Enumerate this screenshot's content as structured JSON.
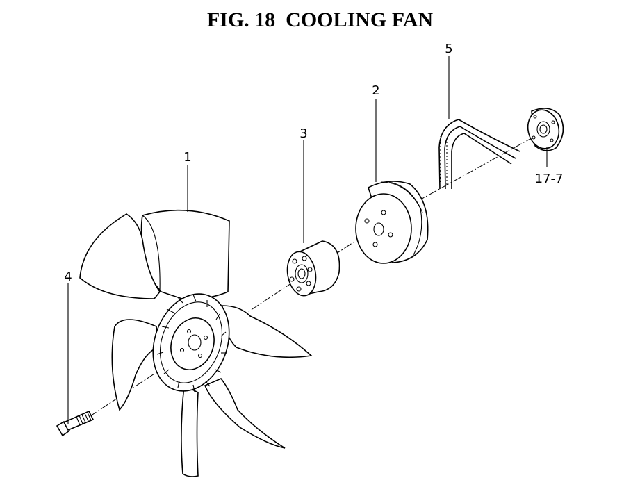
{
  "title": "FIG. 18  COOLING FAN",
  "callouts": {
    "fan": "1",
    "pulley": "2",
    "spacer": "3",
    "bolt": "4",
    "belt": "5",
    "water_pump_flange": "17-7"
  }
}
